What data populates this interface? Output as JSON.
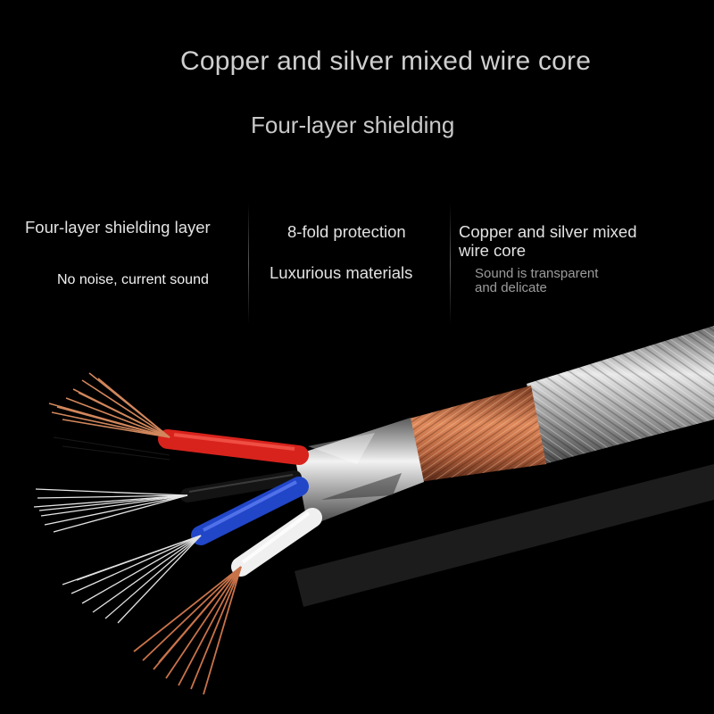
{
  "headline": "Copper and silver mixed wire core",
  "subheadline": "Four-layer shielding",
  "features": [
    {
      "title": "Four-layer shielding layer",
      "subtitle": "No noise, current sound"
    },
    {
      "title": "8-fold protection",
      "subtitle": "Luxurious materials"
    },
    {
      "title": "Copper and silver mixed",
      "title_line2": "wire core",
      "subtitle": "Sound is transparent",
      "subtitle_line2": "and delicate"
    }
  ],
  "colors": {
    "background": "#000000",
    "red_insulation": "#d8231c",
    "blue_insulation": "#2146c8",
    "white_insulation": "#f0f0f0",
    "black_insulation": "#141414",
    "copper": "#c9734a",
    "foil": "#c8c8c8"
  }
}
